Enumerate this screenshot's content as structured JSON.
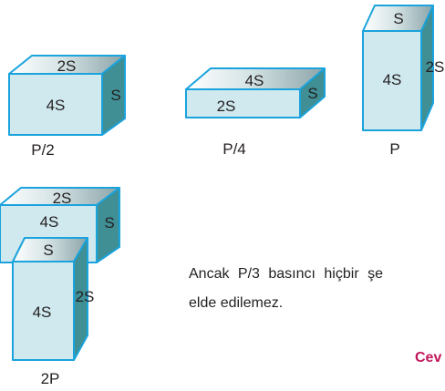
{
  "diagrams": {
    "p_half": {
      "top": "2S",
      "front": "4S",
      "side": "S",
      "caption": "P/2"
    },
    "p_quarter": {
      "top": "4S",
      "front": "2S",
      "side": "S",
      "caption": "P/4"
    },
    "p_full": {
      "top": "S",
      "front": "4S",
      "side": "2S",
      "caption": "P"
    },
    "p_double": {
      "bottom_box": {
        "top": "2S",
        "front": "4S",
        "side": "S"
      },
      "upper_box": {
        "top": "S",
        "front": "4S",
        "side": "2S"
      },
      "caption": "2P"
    }
  },
  "text": {
    "line1": "Ancak P/3 basıncı hiçbir şe",
    "line2": "elde edilemez.",
    "answer": "Cev"
  },
  "colors": {
    "front_face": "#cfe9ee",
    "side_face": "#3f8f94",
    "edge": "#1aa3dd",
    "answer_text": "#c2185b"
  }
}
